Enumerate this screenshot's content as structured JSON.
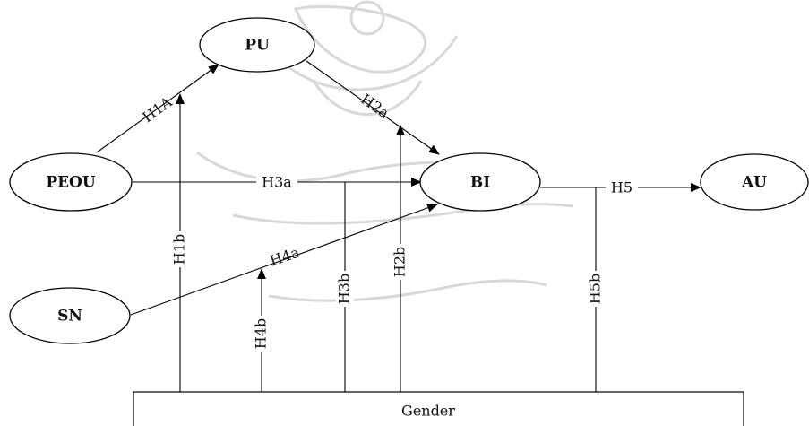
{
  "nodes": {
    "pu": "PU",
    "peou": "PEOU",
    "bi": "BI",
    "au": "AU",
    "sn": "SN"
  },
  "moderator": "Gender",
  "paths": {
    "h1a": "H1A",
    "h2a": "H2a",
    "h3a": "H3a",
    "h4a": "H4a",
    "h5": "H5",
    "h1b": "H1b",
    "h2b": "H2b",
    "h3b": "H3b",
    "h4b": "H4b",
    "h5b": "H5b"
  },
  "colors": {
    "stroke": "#000000",
    "background": "#ffffff",
    "watermark": "#d8d8d8"
  }
}
